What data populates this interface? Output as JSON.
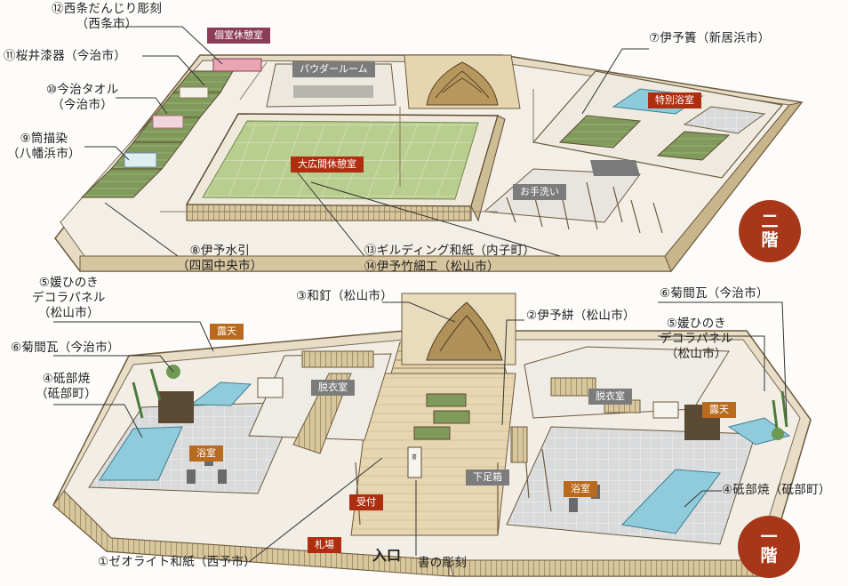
{
  "floors": {
    "second": {
      "label_top": "二",
      "label_bottom": "階"
    },
    "first": {
      "label_top": "一",
      "label_bottom": "階"
    }
  },
  "rooms_2f": {
    "private_rest": "個室休憩室",
    "powder_room": "パウダールーム",
    "special_bath": "特別浴室",
    "great_hall": "大広間休憩室",
    "washroom": "お手洗い"
  },
  "rooms_1f": {
    "open_air_left": "露天",
    "changing_left": "脱衣室",
    "bath_left": "浴室",
    "changing_right": "脱衣室",
    "open_air_right": "露天",
    "bath_right": "浴室",
    "shoe_box": "下足箱",
    "reception": "受付",
    "ticket": "札場"
  },
  "entrance": "入口",
  "callouts_2f": {
    "c12": "⑫西条だんじり彫刻\n（西条市）",
    "c11": "⑪桜井漆器（今治市）",
    "c10": "⑩今治タオル\n（今治市）",
    "c9": "⑨筒描染\n（八幡浜市）",
    "c7": "⑦伊予簀（新居浜市）",
    "c8": "⑧伊予水引\n（四国中央市）",
    "c13": "⑬ギルディング和紙（内子町）",
    "c14": "⑭伊予竹細工（松山市）"
  },
  "callouts_1f": {
    "c5_left": "⑤媛ひのき\nデコラパネル\n（松山市）",
    "c6_left": "⑥菊間瓦（今治市）",
    "c4_left": "④砥部焼\n（砥部町）",
    "c3": "③和釘（松山市）",
    "c2": "②伊予絣（松山市）",
    "c6_right": "⑥菊間瓦（今治市）",
    "c5_right": "⑤媛ひのき\nデコラパネル\n（松山市）",
    "c4_right": "④砥部焼（砥部町）",
    "c1": "①ゼオライト和紙（西予市）",
    "calligraphy": "書の彫刻"
  },
  "colors": {
    "floor_wood": "#e9dcc0",
    "wall_light": "#f1eee6",
    "tatami": "#b4c98a",
    "water": "#7fc4d6",
    "badge": "#a8371a",
    "tag_red": "#b02e10",
    "tag_brown": "#b86a1e",
    "tag_gray": "#7c7c7c"
  }
}
